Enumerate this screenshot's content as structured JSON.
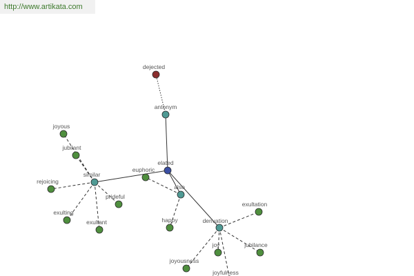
{
  "watermark": "http://www.artikata.com",
  "colors": {
    "root": "#3b4fa3",
    "relation": "#4f9a94",
    "word": "#4f8f3e",
    "antonym": "#8b2e2e"
  },
  "nodes": [
    {
      "id": "elated",
      "label": "elated",
      "kind": "root"
    },
    {
      "id": "antonym",
      "label": "antonym",
      "kind": "relation"
    },
    {
      "id": "dejected",
      "label": "dejected",
      "kind": "antonym"
    },
    {
      "id": "similar",
      "label": "similar",
      "kind": "relation"
    },
    {
      "id": "also",
      "label": "also",
      "kind": "relation"
    },
    {
      "id": "derivation",
      "label": "derivation",
      "kind": "relation"
    },
    {
      "id": "joyous",
      "label": "joyous",
      "kind": "word"
    },
    {
      "id": "jubilant",
      "label": "jubilant",
      "kind": "word"
    },
    {
      "id": "rejoicing",
      "label": "rejoicing",
      "kind": "word"
    },
    {
      "id": "exulting",
      "label": "exulting",
      "kind": "word"
    },
    {
      "id": "exultant",
      "label": "exultant",
      "kind": "word"
    },
    {
      "id": "prideful",
      "label": "prideful",
      "kind": "word"
    },
    {
      "id": "euphoric",
      "label": "euphoric",
      "kind": "word"
    },
    {
      "id": "happy",
      "label": "happy",
      "kind": "word"
    },
    {
      "id": "exultation",
      "label": "exultation",
      "kind": "word"
    },
    {
      "id": "jubilance",
      "label": "jubilance",
      "kind": "word"
    },
    {
      "id": "joy",
      "label": "joy",
      "kind": "word"
    },
    {
      "id": "joyfulness",
      "label": "joyfulness",
      "kind": "word"
    },
    {
      "id": "joyousness",
      "label": "joyousness",
      "kind": "word"
    }
  ],
  "edges": [
    {
      "from": "elated",
      "to": "antonym",
      "style": "solid"
    },
    {
      "from": "antonym",
      "to": "dejected",
      "style": "dotted"
    },
    {
      "from": "elated",
      "to": "similar",
      "style": "solid"
    },
    {
      "from": "elated",
      "to": "also",
      "style": "solid"
    },
    {
      "from": "elated",
      "to": "derivation",
      "style": "solid"
    },
    {
      "from": "similar",
      "to": "joyous",
      "style": "dashed"
    },
    {
      "from": "similar",
      "to": "jubilant",
      "style": "dashed"
    },
    {
      "from": "similar",
      "to": "rejoicing",
      "style": "dashed"
    },
    {
      "from": "similar",
      "to": "exulting",
      "style": "dashed"
    },
    {
      "from": "similar",
      "to": "exultant",
      "style": "dashed"
    },
    {
      "from": "similar",
      "to": "prideful",
      "style": "dashed"
    },
    {
      "from": "also",
      "to": "euphoric",
      "style": "dashed"
    },
    {
      "from": "also",
      "to": "happy",
      "style": "dashed"
    },
    {
      "from": "derivation",
      "to": "exultation",
      "style": "dashed"
    },
    {
      "from": "derivation",
      "to": "jubilance",
      "style": "dashed"
    },
    {
      "from": "derivation",
      "to": "joy",
      "style": "dashed"
    },
    {
      "from": "derivation",
      "to": "joyfulness",
      "style": "dashed"
    },
    {
      "from": "derivation",
      "to": "joyousness",
      "style": "dashed"
    }
  ]
}
